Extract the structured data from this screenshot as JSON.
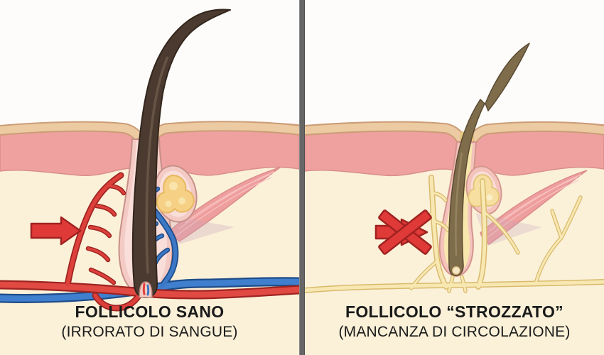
{
  "left_panel": {
    "title": "FOLLICOLO SANO",
    "subtitle": "(IRRORATO DI SANGUE)",
    "marker_icon": "blood-flow-arrow-icon"
  },
  "right_panel": {
    "title": "FOLLICOLO “STROZZATO”",
    "subtitle": "(MANCANZA DI CIRCOLAZIONE)",
    "marker_icon": "no-blood-flow-x-icon"
  },
  "colors": {
    "artery_red": "#DD403B",
    "vein_blue": "#3B78C6",
    "bloodless_vessel_yellow": "#F7E8B2",
    "epidermis_pink": "#EFA1A0",
    "surface_tan": "#ECCAA2",
    "dermis_cream": "#FBF1D9",
    "healthy_hair_brown": "#4B3A2F",
    "weak_hair_olive": "#7E6C4B",
    "marker_red": "#E03A38",
    "divider_gray": "#666666",
    "caption_text": "#1A1A1A"
  }
}
